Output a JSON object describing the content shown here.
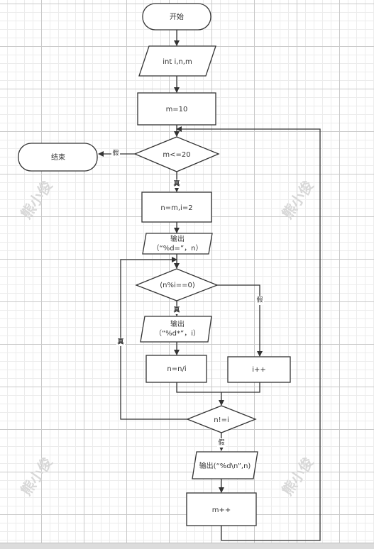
{
  "nodes": {
    "start": "开始",
    "declare": "int  i,n,m",
    "init_m": "m=10",
    "cond_m": "m<=20",
    "end": "结束",
    "assign": "n=m,i=2",
    "print1_line1": "输出",
    "print1_line2": "（“%d=”，n）",
    "cond_mod": "(n%i==0)",
    "print2_line1": "输出",
    "print2_line2": "（“%d*”，i）",
    "div": "n=n/i",
    "inc_i": "i++",
    "cond_ne": "n!=i",
    "print3": "输出(“%d\\n”,n)",
    "inc_m": "m++"
  },
  "edge_labels": {
    "m_false": "假",
    "m_true": "真",
    "mod_true": "真",
    "mod_false": "假",
    "loop_true": "真",
    "ne_false": "假"
  },
  "watermark": "熊小俊",
  "colors": {
    "stroke": "#333333",
    "node_fill": "#ffffff",
    "grid": "#c9c9c9"
  }
}
